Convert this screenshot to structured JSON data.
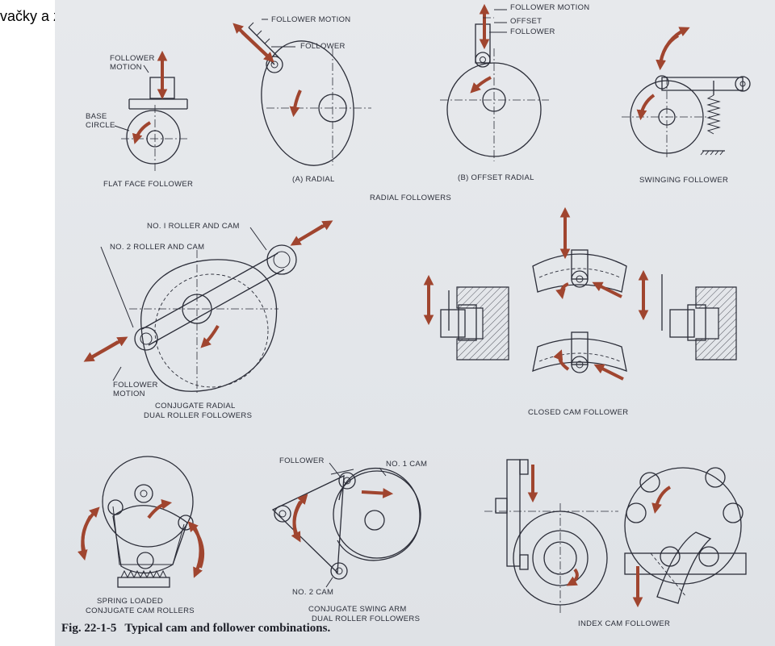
{
  "page_title": "vačky a zvedátka",
  "labels": {
    "follower_motion_1": "FOLLOWER",
    "follower_motion_1b": "MOTION",
    "base_circle_1": "BASE",
    "base_circle_1b": "CIRCLE",
    "flat_face": "FLAT FACE FOLLOWER",
    "follower_motion_2": "FOLLOWER MOTION",
    "follower_2": "FOLLOWER",
    "radial_a": "(A) RADIAL",
    "follower_motion_3": "FOLLOWER MOTION",
    "offset_3": "OFFSET",
    "follower_3": "FOLLOWER",
    "offset_radial_b": "(B) OFFSET RADIAL",
    "radial_followers": "RADIAL FOLLOWERS",
    "swinging_follower": "SWINGING FOLLOWER",
    "no1_roller": "NO. I ROLLER AND CAM",
    "no2_roller": "NO. 2 ROLLER AND CAM",
    "follower_motion_4": "FOLLOWER",
    "follower_motion_4b": "MOTION",
    "conjugate_radial_1": "CONJUGATE RADIAL",
    "conjugate_radial_2": "DUAL ROLLER FOLLOWERS",
    "closed_cam": "CLOSED CAM FOLLOWER",
    "spring_loaded_1": "SPRING LOADED",
    "spring_loaded_2": "CONJUGATE CAM ROLLERS",
    "follower_5": "FOLLOWER",
    "no1_cam": "NO. 1 CAM",
    "no2_cam": "NO. 2 CAM",
    "swing_arm_1": "CONJUGATE SWING ARM",
    "swing_arm_2": "DUAL ROLLER FOLLOWERS",
    "index_cam": "INDEX CAM FOLLOWER"
  },
  "caption": {
    "fig_number": "Fig. 22-1-5",
    "fig_text": "Typical cam and follower combinations."
  },
  "colors": {
    "arrow": "#a0452f",
    "line": "#2b2d38",
    "paper": "#e5e7eb"
  }
}
